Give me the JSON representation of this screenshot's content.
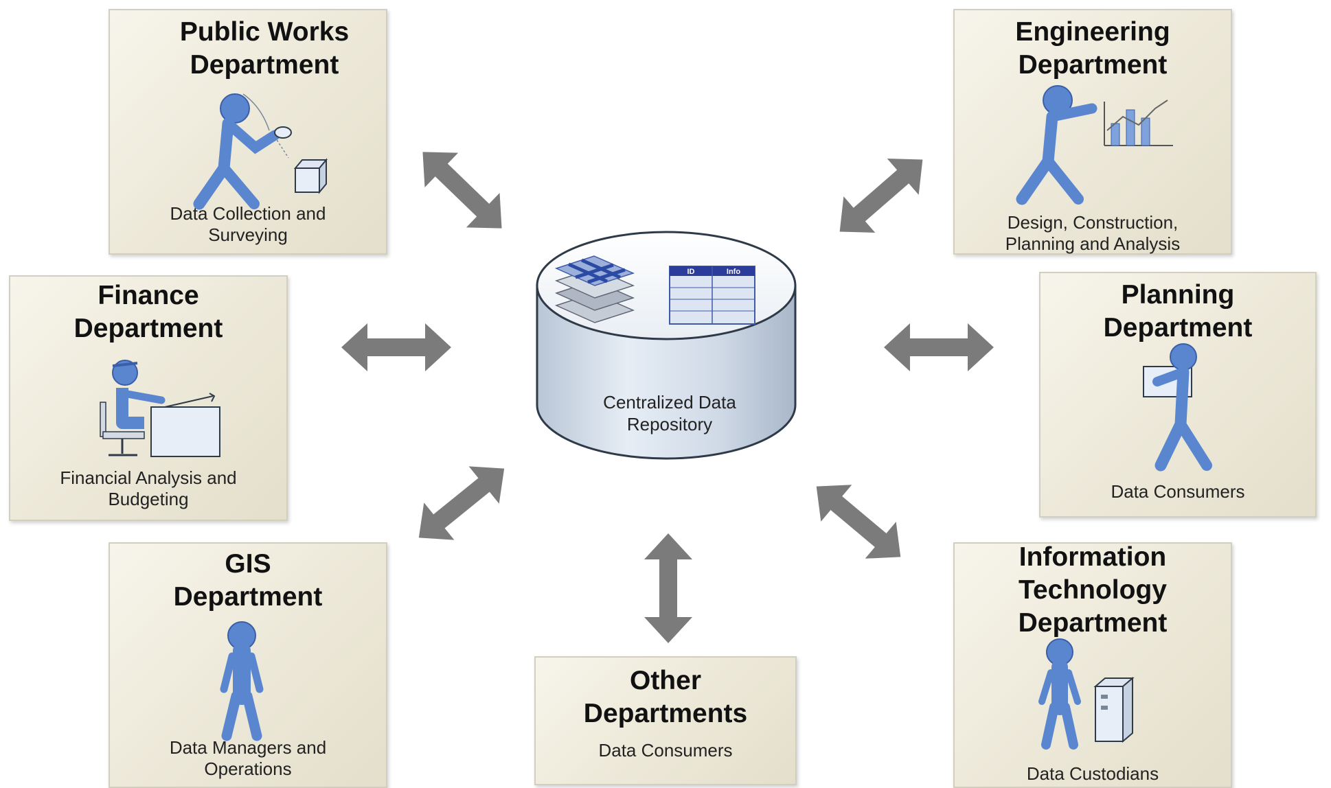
{
  "repository": {
    "label": "Centralized Data\nRepository",
    "table_headers": [
      "ID",
      "Info"
    ]
  },
  "departments": [
    {
      "title": "Public Works\nDepartment",
      "description": "Data Collection and\nSurveying"
    },
    {
      "title": "Engineering\nDepartment",
      "description": "Design, Construction,\nPlanning and Analysis"
    },
    {
      "title": "Finance\nDepartment",
      "description": "Financial Analysis and\nBudgeting"
    },
    {
      "title": "Planning\nDepartment",
      "description": "Data Consumers"
    },
    {
      "title": "GIS\nDepartment",
      "description": "Data Managers and\nOperations"
    },
    {
      "title": "Other\nDepartments",
      "description": "Data Consumers"
    },
    {
      "title": "Information\nTechnology\nDepartment",
      "description": "Data Custodians"
    }
  ],
  "colors": {
    "figure": "#5a86d0",
    "arrow": "#7b7b7b",
    "panel": "#eeeadb",
    "cylinder": "#cdd8e6"
  }
}
